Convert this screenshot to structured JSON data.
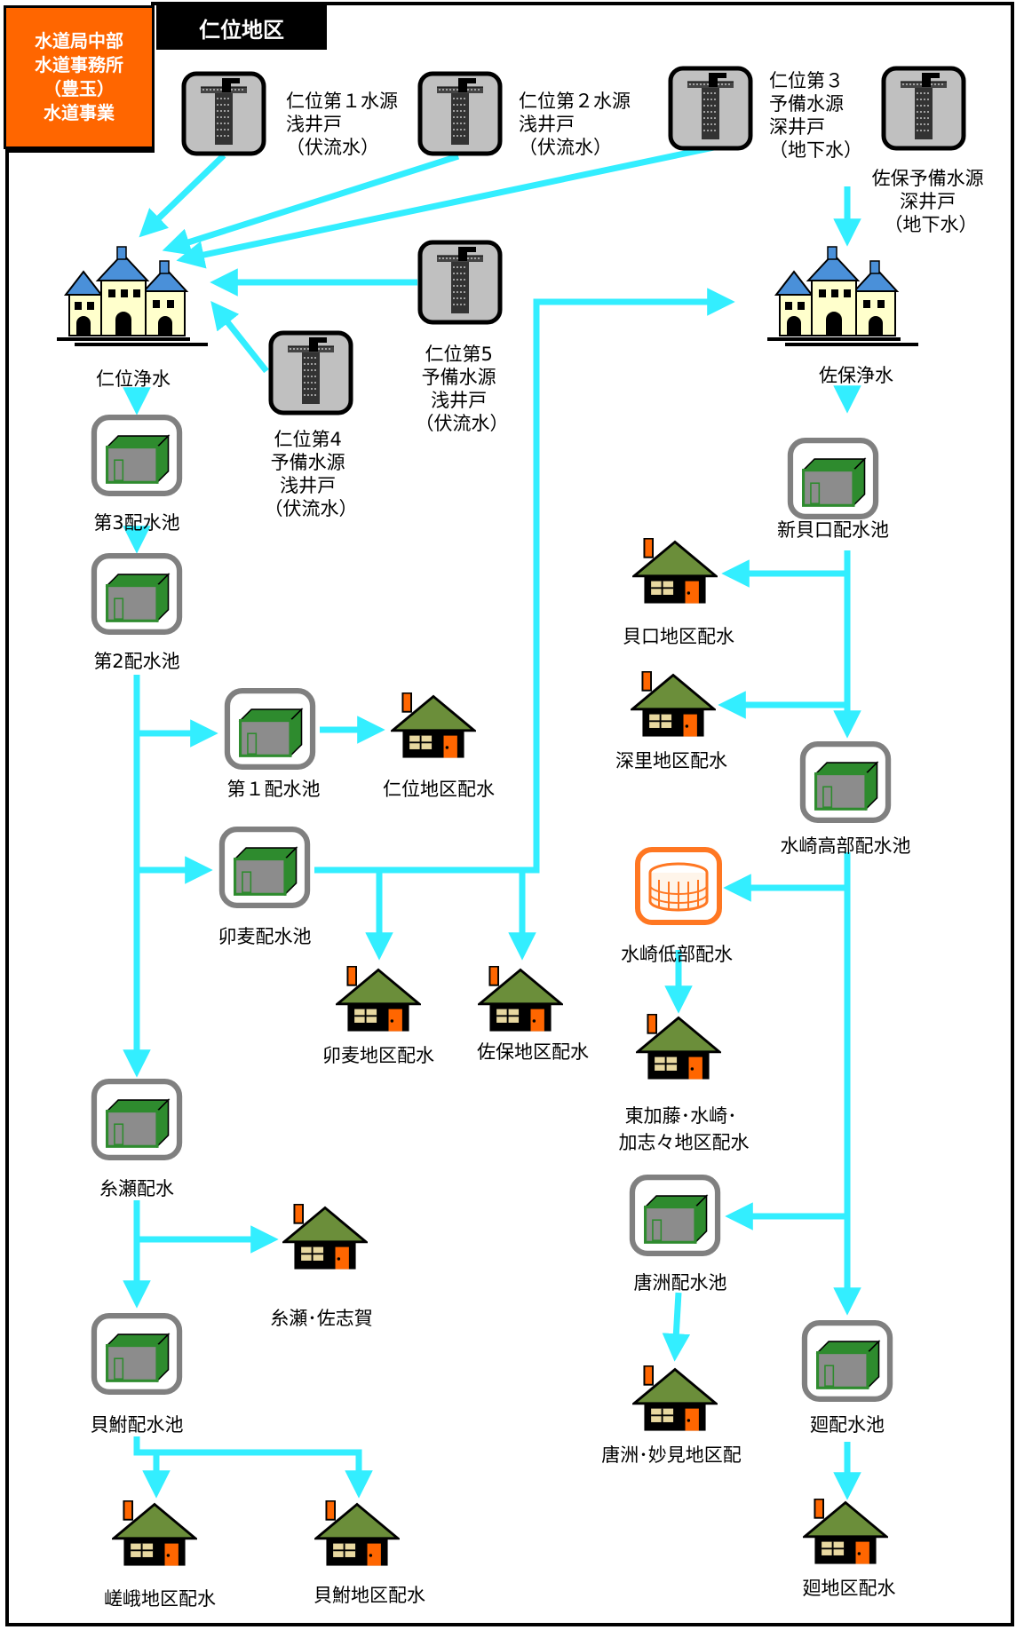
{
  "header": {
    "org_lines": [
      "水道局中部",
      "水道事務所",
      "（豊玉）",
      "水道事業"
    ],
    "area_title": "仁位地区"
  },
  "sources": {
    "nii1": [
      "仁位第１水源",
      "浅井戸",
      "（伏流水）"
    ],
    "nii2": [
      "仁位第２水源",
      "浅井戸",
      "（伏流水）"
    ],
    "nii3": [
      "仁位第３",
      "予備水源",
      "深井戸",
      "（地下水）"
    ],
    "saho_yobi": [
      "佐保予備水源",
      "深井戸",
      "（地下水）"
    ],
    "nii4": [
      "仁位第4",
      "予備水源",
      "浅井戸",
      "（伏流水）"
    ],
    "nii5": [
      "仁位第5",
      "予備水源",
      "浅井戸",
      "（伏流水）"
    ]
  },
  "plants": {
    "nii": "仁位浄水",
    "saho": "佐保浄水"
  },
  "reservoirs": {
    "dai3": "第3配水池",
    "dai2": "第2配水池",
    "dai1": "第１配水池",
    "boumugi": "卯麦配水池",
    "itose": "糸瀬配水",
    "kaibuna": "貝鮒配水池",
    "shinkaiguchi": "新貝口配水池",
    "mizusaki_koubu": "水崎高部配水池",
    "mizusaki_teibu": "水崎低部配水",
    "karasu": "唐洲配水池",
    "mawari": "廻配水池"
  },
  "districts": {
    "nii_area": "仁位地区配水",
    "boumugi_area": "卯麦地区配水",
    "saho_area": "佐保地区配水",
    "itose_sashika": "糸瀬･佐志賀",
    "saga_area": "嵯峨地区配水",
    "kaibuna_area": "貝鮒地区配水",
    "kaiguchi_area": "貝口地区配水",
    "fukasato_area": "深里地区配水",
    "higashikato": [
      "東加藤･水崎･",
      "加志々地区配水"
    ],
    "karasu_myoken": "唐洲･妙見地区配",
    "mawari_area": "廻地区配水"
  },
  "colors": {
    "pipe": "#33eeff",
    "org_box": "#ff6600",
    "house_roof": "#6b8e3a",
    "tank_frame": "#808080",
    "tank_body": "#8c8c8c",
    "tank_edge": "#2e8b2e",
    "well_box": "#c0c0c0",
    "plant_roof": "#4a90d9",
    "plant_wall": "#ffffcc",
    "door": "#ff6600",
    "tank_round": "#ff7722"
  }
}
